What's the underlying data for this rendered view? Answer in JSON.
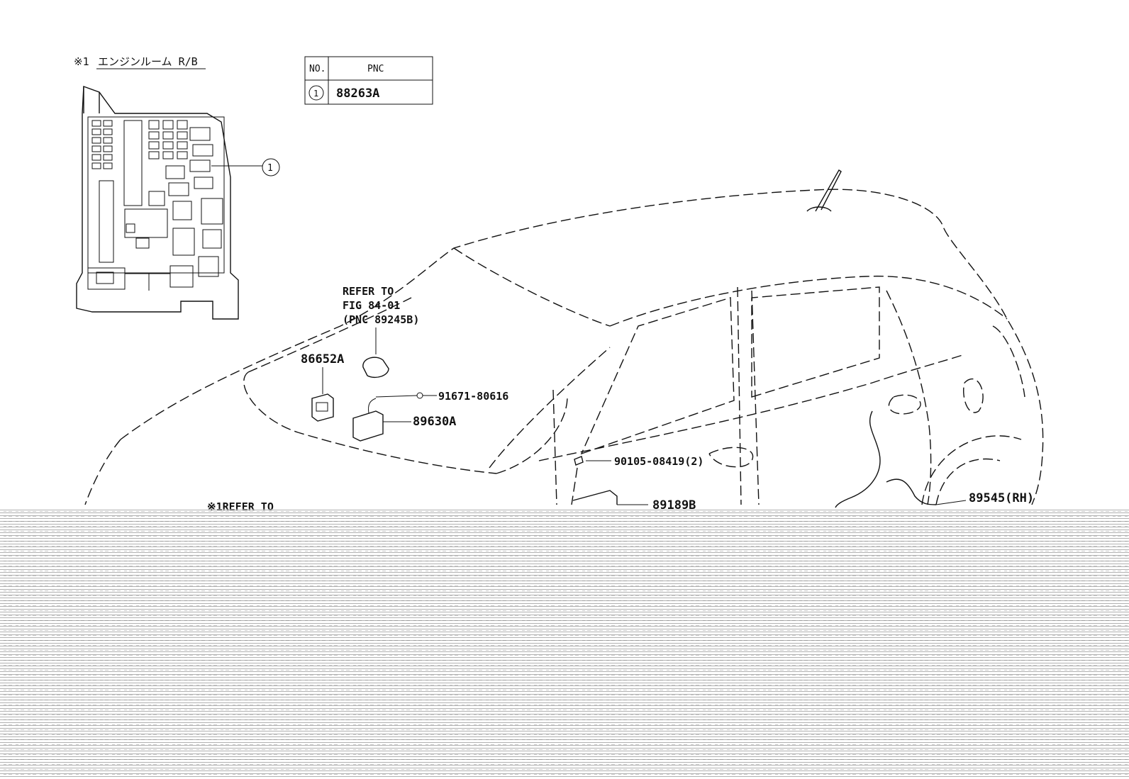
{
  "inset": {
    "marker": "※1",
    "title": "エンジンルーム R/B",
    "callout": "1"
  },
  "table": {
    "header_no": "NO.",
    "header_pnc": "PNC",
    "row_no": "1",
    "row_pnc": "88263A"
  },
  "labels": {
    "refer_line1": "REFER TO",
    "refer_line2": "FIG 84-01",
    "refer_line3": "(PNC 89245B)",
    "p86652a": "86652A",
    "p91671": "91671-80616",
    "p89630a": "89630A",
    "p90105": "90105-08419(2)",
    "p89189b": "89189B",
    "p89545": "89545(RH)",
    "refer_bottom": "※1REFER TO"
  }
}
